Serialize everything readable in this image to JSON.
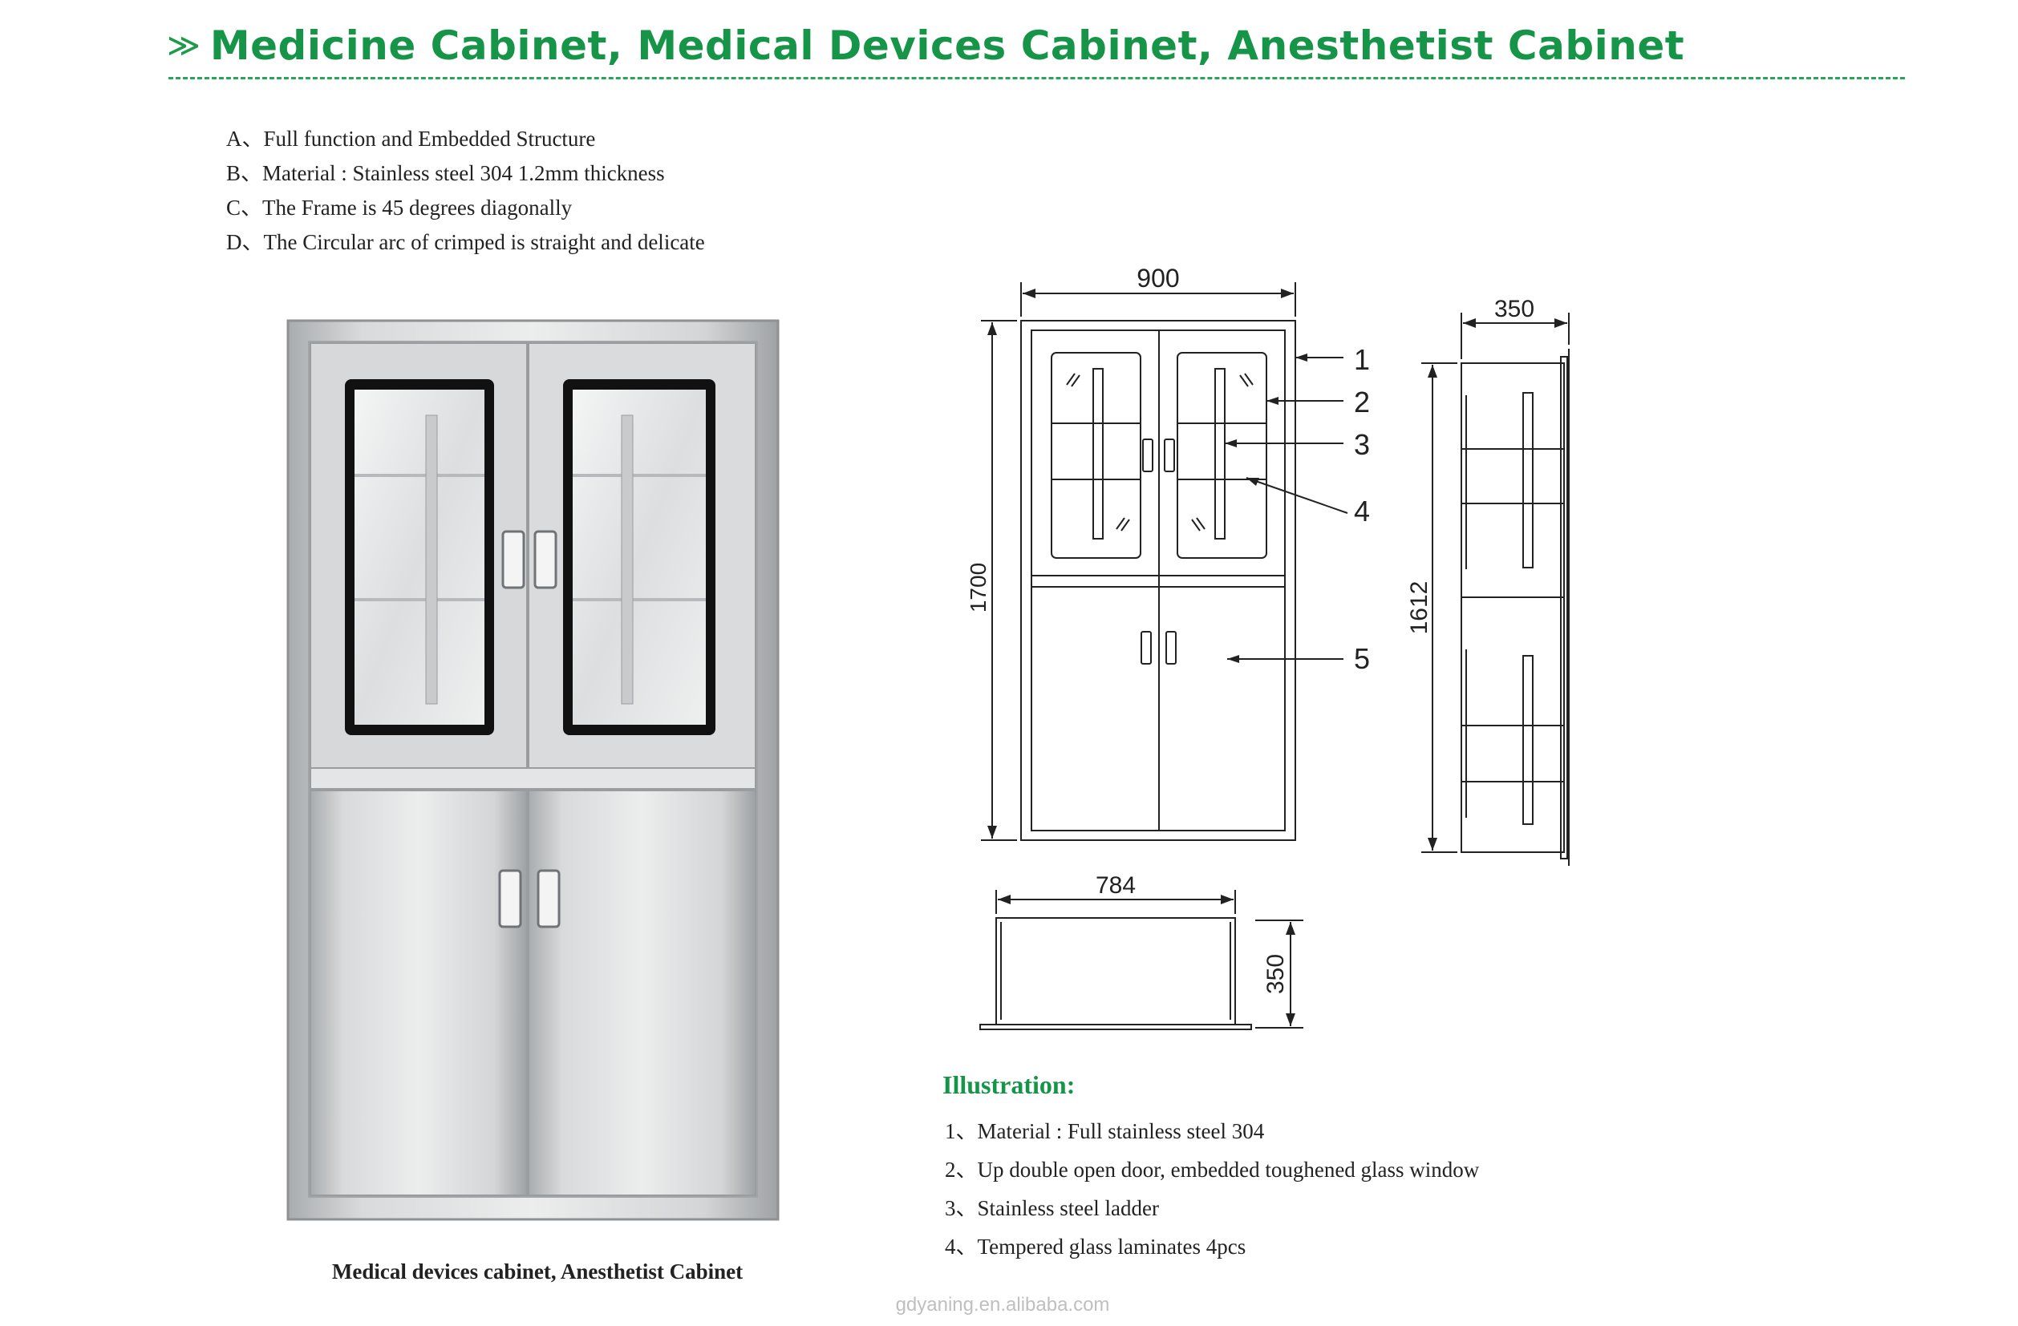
{
  "header": {
    "arrows": "≫",
    "title": "Medicine Cabinet, Medical Devices Cabinet, Anesthetist Cabinet"
  },
  "features": [
    "A、Full function and Embedded Structure",
    "B、Material : Stainless steel 304 1.2mm thickness",
    "C、The Frame is 45 degrees diagonally",
    "D、The Circular arc of crimped is straight and delicate"
  ],
  "photo": {
    "caption": "Medical devices cabinet, Anesthetist Cabinet"
  },
  "drawing": {
    "front_width": "900",
    "front_height": "1700",
    "side_depth": "350",
    "side_height": "1612",
    "top_width": "784",
    "top_depth": "350",
    "callouts": [
      "1",
      "2",
      "3",
      "4",
      "5"
    ]
  },
  "illustration": {
    "title": "Illustration:",
    "items": [
      "1、Material : Full stainless steel 304",
      "2、Up double open door, embedded toughened glass window",
      "3、Stainless steel ladder",
      "4、Tempered glass laminates 4pcs"
    ]
  },
  "watermark": "gdyaning.en.alibaba.com",
  "colors": {
    "accent_green": "#169447",
    "steel": "#c9cbcd",
    "line": "#222222"
  }
}
